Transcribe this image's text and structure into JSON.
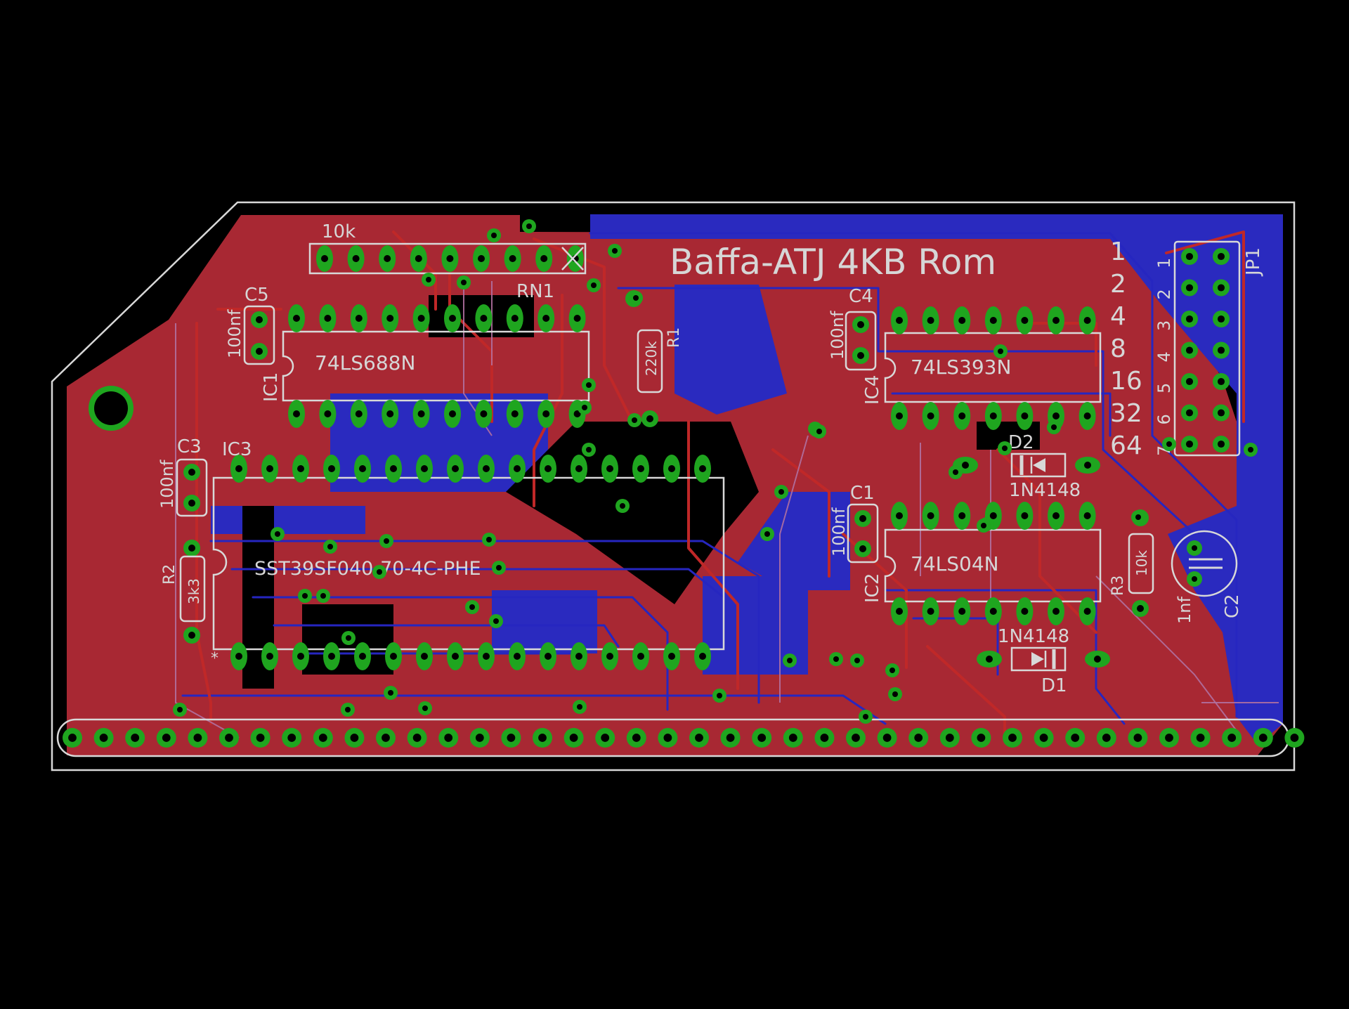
{
  "board": {
    "title": "Baffa-ATJ 4KB Rom",
    "colors": {
      "background": "#000000",
      "top_copper": "#b52a35",
      "bottom_copper": "#2a2ab5",
      "pads": "#1fa51f",
      "silkscreen": "#d6d6d6"
    }
  },
  "components": {
    "rn1": {
      "ref": "RN1",
      "value": "10k"
    },
    "c5": {
      "ref": "C5",
      "value": "100nf"
    },
    "ic1": {
      "ref": "IC1",
      "value": "74LS688N"
    },
    "r1": {
      "ref": "R1",
      "value": "220k"
    },
    "c4": {
      "ref": "C4",
      "value": "100nf"
    },
    "ic4": {
      "ref": "IC4",
      "value": "74LS393N"
    },
    "c3": {
      "ref": "C3",
      "value": "100nf"
    },
    "ic3": {
      "ref": "IC3",
      "value": "SST39SF040-70-4C-PHE"
    },
    "r2": {
      "ref": "R2",
      "value": "3k3"
    },
    "c1": {
      "ref": "C1",
      "value": "100nf"
    },
    "ic2": {
      "ref": "IC2",
      "value": "74LS04N"
    },
    "d2": {
      "ref": "D2",
      "value": "1N4148"
    },
    "d1": {
      "ref": "D1",
      "value": "1N4148"
    },
    "r3": {
      "ref": "R3",
      "value": "10k"
    },
    "c2": {
      "ref": "C2",
      "value": "1nf"
    },
    "jp1": {
      "ref": "JP1"
    }
  },
  "jumper_sizes": [
    "1",
    "2",
    "4",
    "8",
    "16",
    "32",
    "64"
  ],
  "jumper_pins": [
    "1",
    "2",
    "3",
    "4",
    "5",
    "6",
    "7"
  ],
  "ic3_pin1_mark": "*"
}
